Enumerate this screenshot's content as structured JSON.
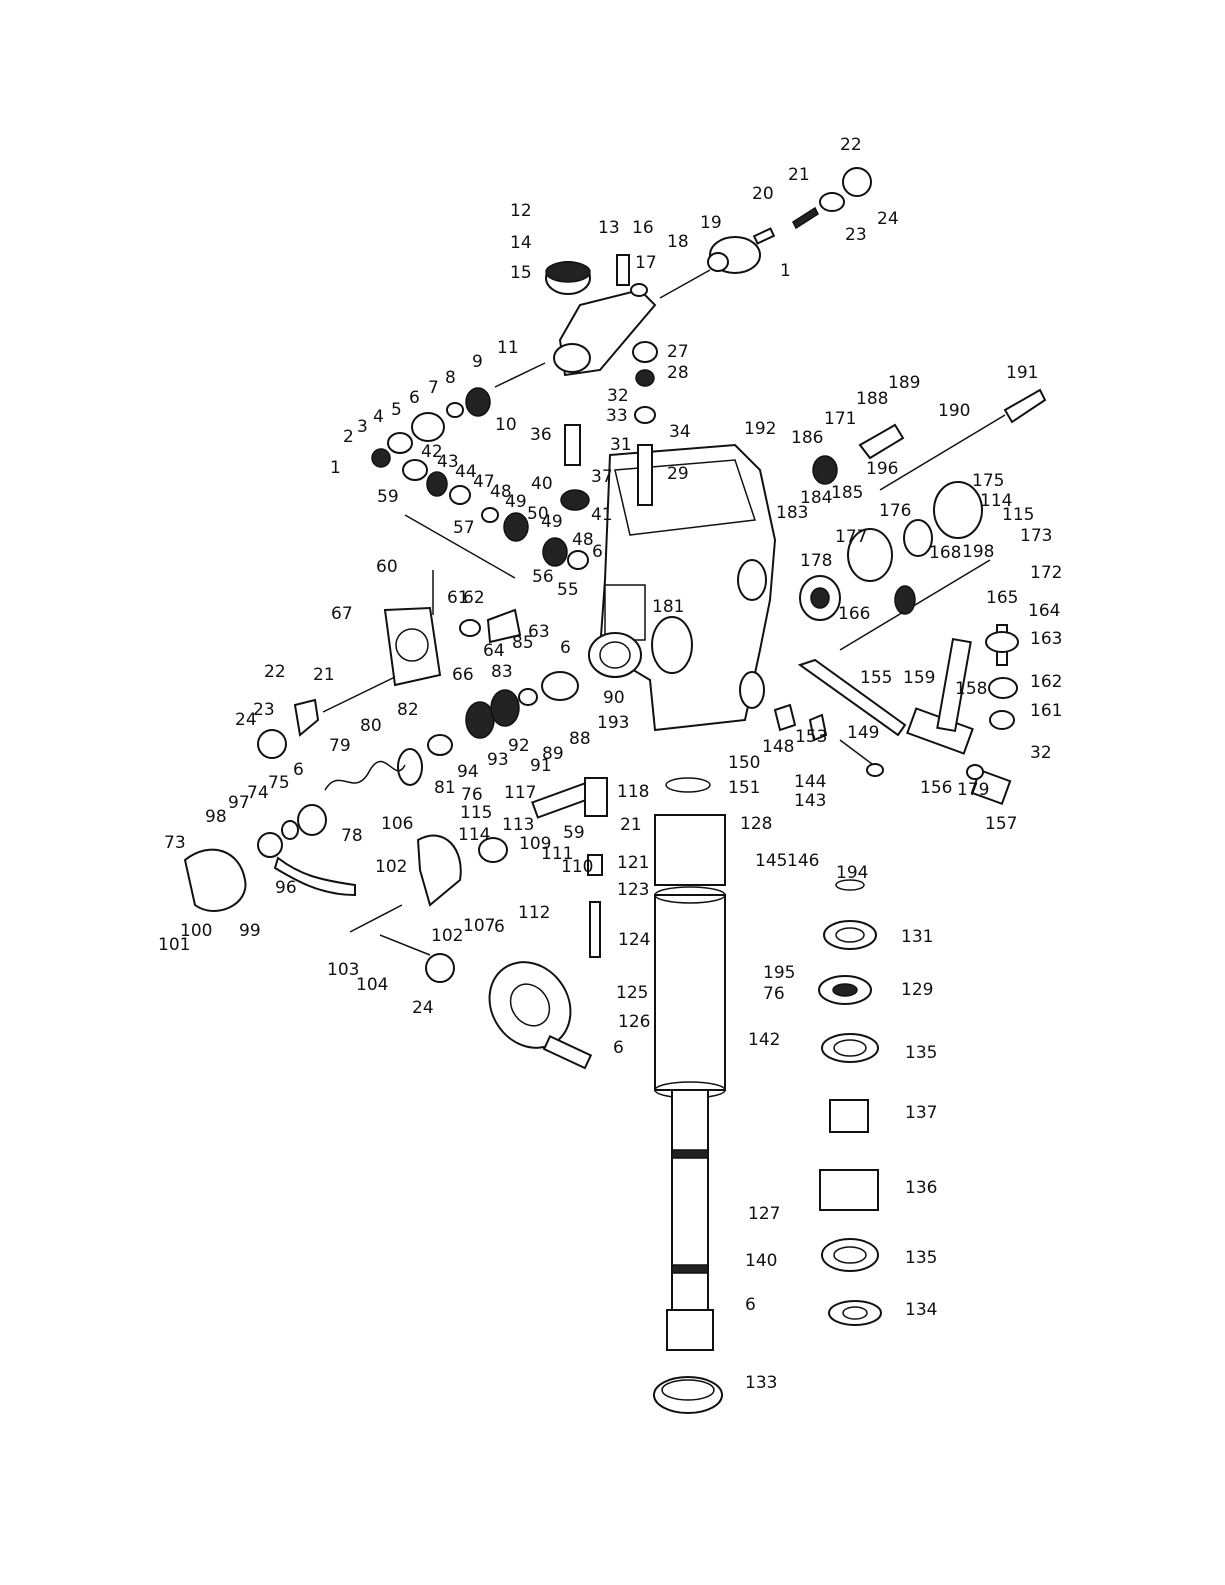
{
  "labels": [
    "1",
    "2",
    "3",
    "4",
    "5",
    "6",
    "7",
    "8",
    "9",
    "10",
    "11",
    "12",
    "13",
    "14",
    "15",
    "16",
    "17",
    "18",
    "19",
    "20",
    "21",
    "22",
    "23",
    "24",
    "27",
    "28",
    "29",
    "31",
    "32",
    "33",
    "34",
    "36",
    "37",
    "40",
    "41",
    "42",
    "43",
    "44",
    "47",
    "48",
    "49",
    "50",
    "55",
    "56",
    "57",
    "59",
    "60",
    "61",
    "62",
    "63",
    "64",
    "66",
    "67",
    "73",
    "74",
    "75",
    "76",
    "78",
    "79",
    "80",
    "81",
    "82",
    "83",
    "85",
    "88",
    "89",
    "90",
    "91",
    "92",
    "93",
    "94",
    "96",
    "97",
    "98",
    "99",
    "100",
    "101",
    "102",
    "103",
    "104",
    "106",
    "107",
    "109",
    "110",
    "111",
    "112",
    "113",
    "114",
    "115",
    "117",
    "118",
    "121",
    "123",
    "124",
    "125",
    "126",
    "127",
    "128",
    "129",
    "131",
    "133",
    "134",
    "135",
    "136",
    "137",
    "140",
    "142",
    "143",
    "144",
    "145",
    "146",
    "148",
    "149",
    "150",
    "151",
    "153",
    "155",
    "156",
    "157",
    "158",
    "159",
    "161",
    "162",
    "163",
    "164",
    "165",
    "166",
    "168",
    "171",
    "172",
    "173",
    "175",
    "176",
    "177",
    "178",
    "179",
    "181",
    "183",
    "184",
    "185",
    "186",
    "188",
    "189",
    "190",
    "191",
    "192",
    "193",
    "194",
    "195",
    "196",
    "198"
  ]
}
